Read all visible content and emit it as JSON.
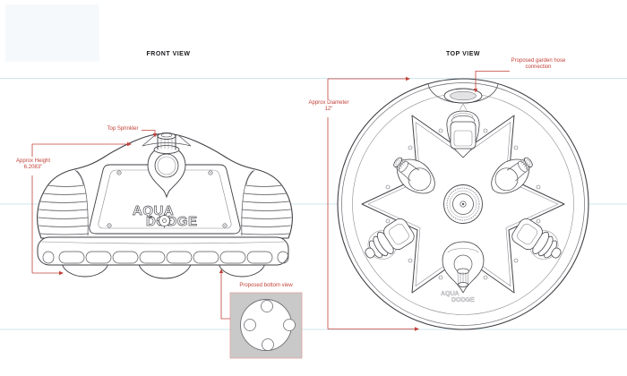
{
  "colors": {
    "background": "#ffffff",
    "annotation_red": "#c2423a",
    "guide_line_cyan": "#cde7ef",
    "drawing_line_dark": "#3f3f45",
    "drawing_line_light": "#8d8d94",
    "inset_fill_gray": "#c9c9c9",
    "inset_border_pink": "#dfa49e",
    "logo_box_fill": "#f6f9fc"
  },
  "header": {
    "front_view_title": "FRONT VIEW",
    "top_view_title": "TOP VIEW"
  },
  "front_view": {
    "label_top_sprinkler": "Top Sprinkler",
    "label_approx_height_line1": "Approx Height",
    "label_approx_height_line2": "6.2083\"",
    "label_proposed_bottom_view": "Proposed bottom view",
    "logo_line1": "AQUA",
    "logo_line2": "DODGE"
  },
  "top_view": {
    "label_garden_hose_line1": "Proposed garden hose",
    "label_garden_hose_line2": "connection",
    "label_approx_diameter_line1": "Approx Diameter",
    "label_approx_diameter_line2": "12\"",
    "logo_line1": "AQUA",
    "logo_line2": "DODGE"
  }
}
